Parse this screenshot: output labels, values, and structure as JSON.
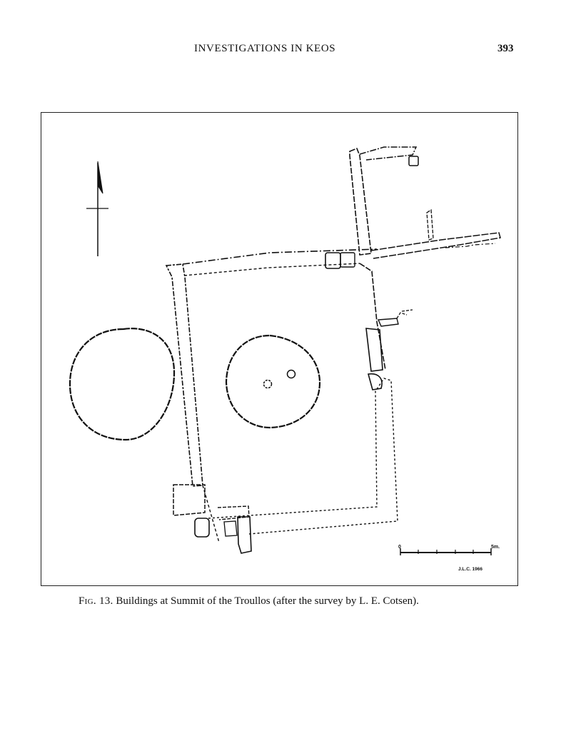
{
  "header": {
    "running_title": "INVESTIGATIONS IN KEOS",
    "page_number": "393"
  },
  "figure": {
    "scale_start": "0",
    "scale_end": "5m.",
    "credit": "J.L.C. 1966"
  },
  "caption": {
    "label": "Fig. 13.",
    "text": "Buildings at Summit of the Troullos (after the survey by L. E. Cotsen)."
  }
}
